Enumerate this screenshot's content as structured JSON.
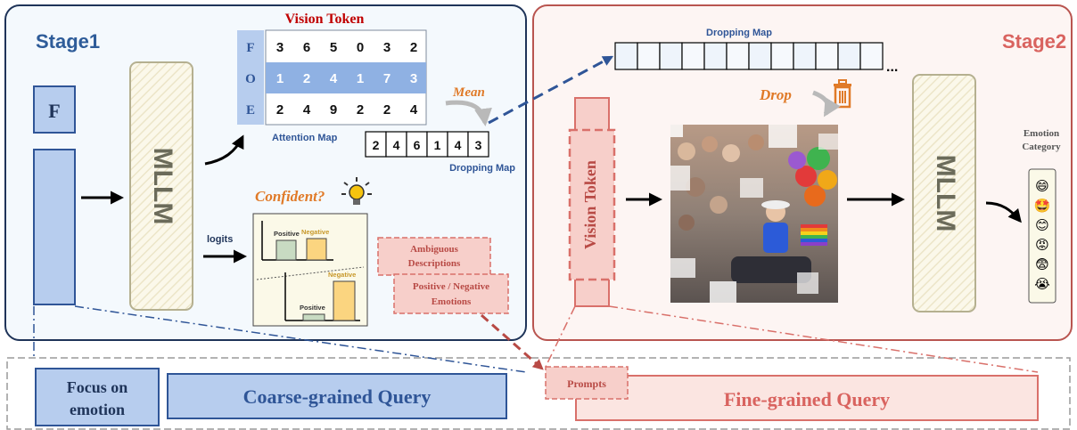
{
  "stage1": {
    "title": "Stage1",
    "f_label": "F",
    "mllm_label": "MLLM",
    "vision_token_title": "Vision Token",
    "row_labels": [
      "F",
      "O",
      "E"
    ],
    "attention_rows": [
      [
        "3",
        "6",
        "5",
        "0",
        "3",
        "2"
      ],
      [
        "1",
        "2",
        "4",
        "1",
        "7",
        "3"
      ],
      [
        "2",
        "4",
        "9",
        "2",
        "2",
        "4"
      ]
    ],
    "attention_map_label": "Attention Map",
    "mean_label": "Mean",
    "dropping_values": [
      "2",
      "4",
      "6",
      "1",
      "4",
      "3"
    ],
    "dropping_map_label": "Dropping Map",
    "confident_label": "Confident?",
    "logits_label": "logits",
    "chart_top": {
      "positive": "Positive",
      "negative": "Negative"
    },
    "chart_bottom": {
      "positive": "Positive",
      "negative": "Negative"
    },
    "ambiguous_label": [
      "Ambiguous",
      "Descriptions"
    ],
    "posneg_label": [
      "Positive / Negative",
      "Emotions"
    ]
  },
  "stage2": {
    "title": "Stage2",
    "dropping_map_label": "Dropping Map",
    "ellipsis": "...",
    "drop_label": "Drop",
    "vision_token_label": "Vision Token",
    "mllm_label": "MLLM",
    "emotion_category_label": [
      "Emotion",
      "Category"
    ],
    "emojis": [
      "😄",
      "🤩",
      "😊",
      "😡",
      "😨",
      "😭"
    ]
  },
  "bottom": {
    "focus_label": [
      "Focus on",
      "emotion"
    ],
    "coarse_label": "Coarse-grained Query",
    "prompts_label": "Prompts",
    "fine_label": "Fine-grained Query"
  },
  "colors": {
    "stage1_title": "#2e5c99",
    "stage2_title": "#d9635f",
    "vision_token_red": "#c00000",
    "blue_fill": "#b7cdee",
    "blue_stroke": "#2f5597",
    "pink_fill": "#f7cfca",
    "pink_stroke": "#d9706a",
    "orange": "#e07a28"
  }
}
